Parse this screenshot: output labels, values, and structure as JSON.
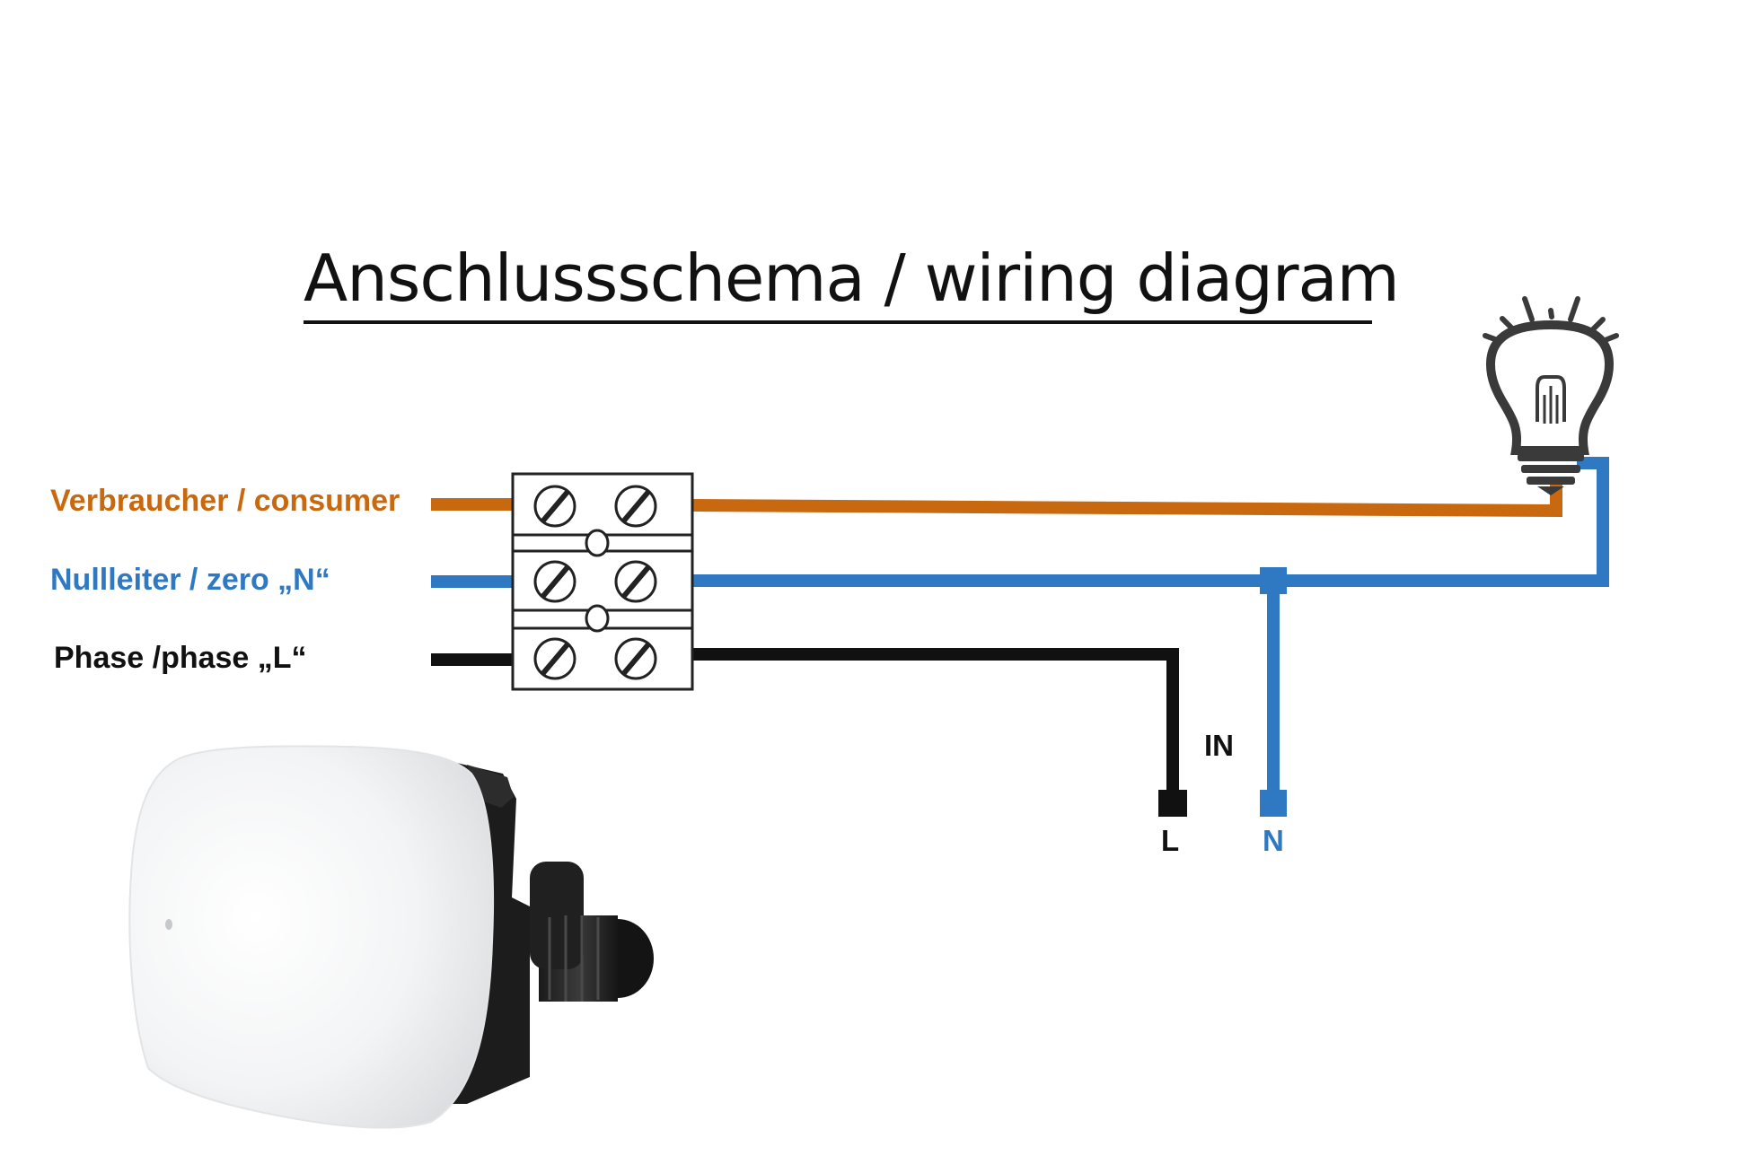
{
  "title": "Anschlussschema / wiring diagram",
  "wires": [
    {
      "label": "Verbraucher / consumer",
      "color": "#c8680f"
    },
    {
      "label": "Nullleiter / zero „N“",
      "color": "#2f78c2"
    },
    {
      "label": "Phase /phase „L“",
      "color": "#111111"
    }
  ],
  "sensor_input": {
    "group_label": "IN",
    "line_label": "L",
    "neutral_label": "N"
  },
  "icons": [
    "terminal-block-icon",
    "light-bulb-icon",
    "twilight-sensor-image"
  ]
}
